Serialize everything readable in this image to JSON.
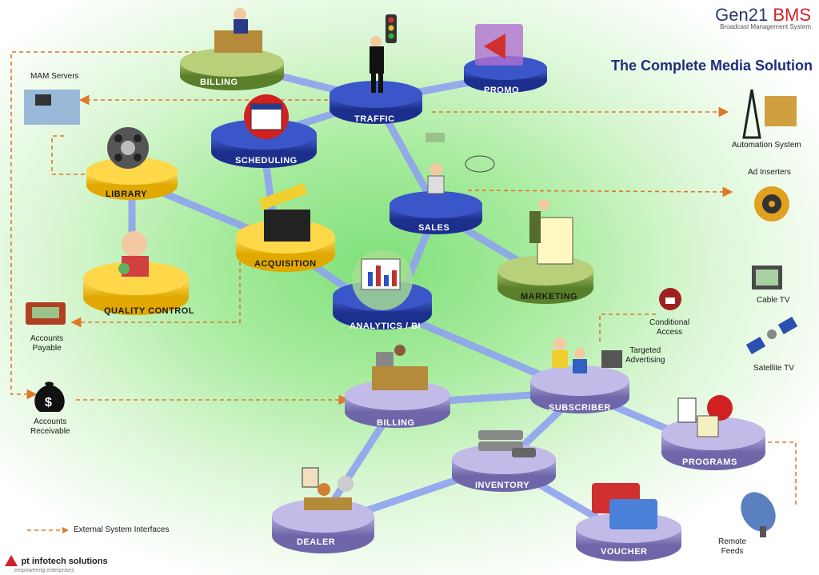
{
  "brand": {
    "name_main": "Gen21",
    "name_accent": "BMS",
    "subtitle": "Broadcast Management System",
    "tagline": "The Complete Media Solution"
  },
  "modules": {
    "billing_top": "BILLING",
    "traffic": "TRAFFIC",
    "promo": "PROMO",
    "scheduling": "SCHEDULING",
    "library": "LIBRARY",
    "acquisition": "ACQUISITION",
    "sales": "SALES",
    "marketing": "MARKETING",
    "quality_control": "QUALITY CONTROL",
    "analytics": "ANALYTICS / BI",
    "billing_bottom": "BILLING",
    "subscriber": "SUBSCRIBER",
    "programs": "PROGRAMS",
    "inventory": "INVENTORY",
    "dealer": "DEALER",
    "voucher": "VOUCHER"
  },
  "external": {
    "mam_servers": "MAM Servers",
    "automation_system": "Automation System",
    "ad_inserters": "Ad Inserters",
    "cable_tv": "Cable TV",
    "conditional_access_1": "Conditional",
    "conditional_access_2": "Access",
    "targeted_advertising_1": "Targeted",
    "targeted_advertising_2": "Advertising",
    "satellite_tv": "Satellite TV",
    "accounts_payable_1": "Accounts",
    "accounts_payable_2": "Payable",
    "accounts_receivable_1": "Accounts",
    "accounts_receivable_2": "Receivable",
    "remote_feeds_1": "Remote",
    "remote_feeds_2": "Feeds"
  },
  "legend": {
    "label": "External System Interfaces"
  },
  "company": {
    "name": "pt infotech solutions",
    "tagline": "empowering enterprises"
  },
  "colors": {
    "yellow_pedestal": "#f4c21a",
    "blue_pedestal": "#2b44b0",
    "green_pedestal": "#6e9a3c",
    "purple_pedestal": "#8a82c0",
    "connector": "#8fa3f0",
    "external_arrow": "#e0782a",
    "brand_red": "#d0202a",
    "tagline_blue": "#1f2d7a"
  }
}
